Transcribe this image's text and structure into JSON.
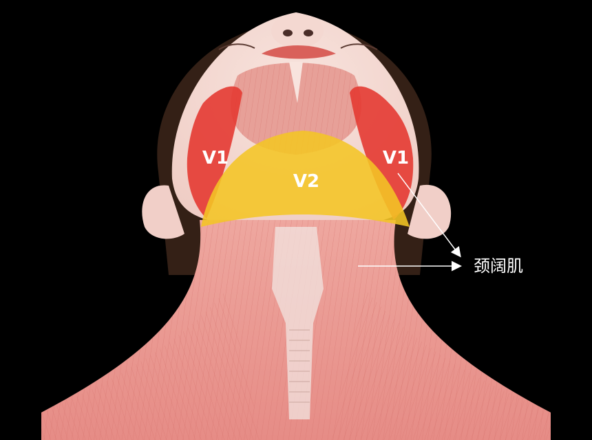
{
  "labels": {
    "v1_left": "V1",
    "v1_right": "V1",
    "v2": "V2",
    "muscle_name": "颈阔肌"
  },
  "colors": {
    "background": "#000000",
    "skin": "#f3d6cf",
    "muscle": "#e79a93",
    "zone_v1": "#e43a32",
    "zone_v2": "#f4c524",
    "hair": "#3a2418",
    "callout": "#ffffff"
  }
}
